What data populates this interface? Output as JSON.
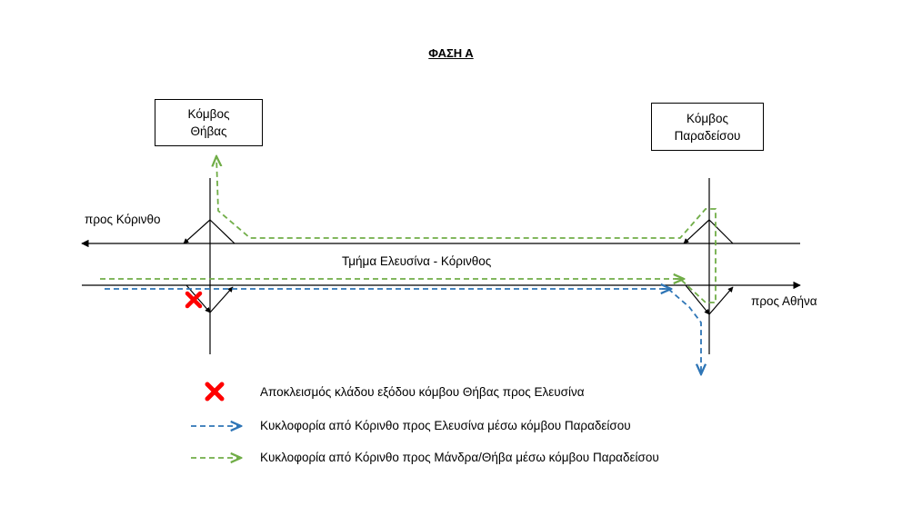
{
  "title": "ΦΑΣΗ Α",
  "nodes": {
    "thivas": {
      "line1": "Κόμβος",
      "line2": "Θήβας"
    },
    "paradeisou": {
      "line1": "Κόμβος",
      "line2": "Παραδείσου"
    }
  },
  "labels": {
    "to_korinthos": "προς Κόρινθο",
    "to_athina": "προς Αθήνα",
    "segment": "Τμήμα Ελευσίνα - Κόρινθος"
  },
  "legend": [
    {
      "icon": "red-x-icon",
      "text": "Αποκλεισμός κλάδου εξόδου κόμβου Θήβας προς Ελευσίνα"
    },
    {
      "icon": "blue-dashed-arrow-icon",
      "text": "Κυκλοφορία από Κόρινθο προς Ελευσίνα μέσω κόμβου Παραδείσου"
    },
    {
      "icon": "green-dashed-arrow-icon",
      "text": "Κυκλοφορία από Κόρινθο προς Μάνδρα/Θήβα μέσω κόμβου Παραδείσου"
    }
  ],
  "colors": {
    "blue_route": "#2E75B6",
    "green_route": "#70AD47",
    "closure": "#FF0000",
    "road": "#000000"
  }
}
